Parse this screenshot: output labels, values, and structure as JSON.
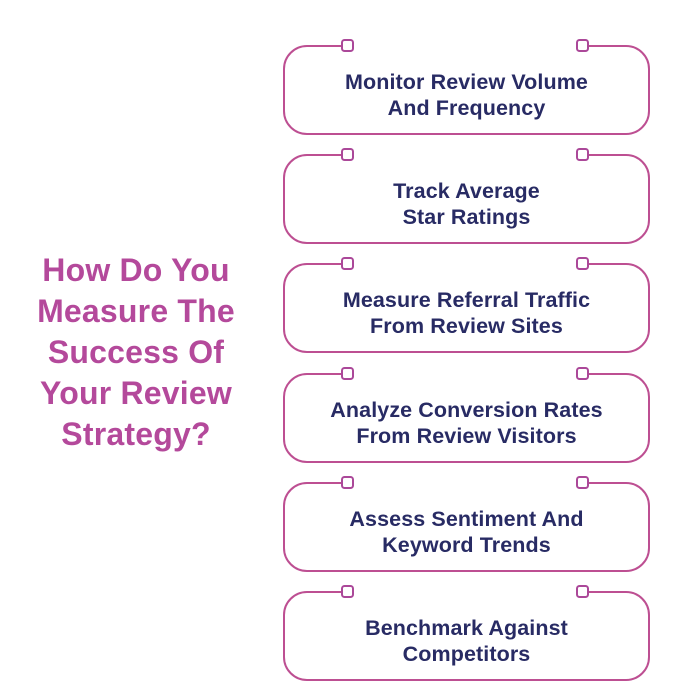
{
  "title": {
    "text": "How Do You Measure The Success Of Your Review Strategy?",
    "lines": [
      "How Do You",
      "Measure The",
      "Success Of",
      "Your Review",
      "Strategy?"
    ]
  },
  "cards": [
    {
      "label": "Monitor Review Volume And Frequency",
      "lines": [
        "Monitor Review Volume",
        "And Frequency"
      ]
    },
    {
      "label": "Track Average Star Ratings",
      "lines": [
        "Track Average",
        "Star Ratings"
      ]
    },
    {
      "label": "Measure Referral Traffic From Review Sites",
      "lines": [
        "Measure Referral Traffic",
        "From Review Sites"
      ]
    },
    {
      "label": "Analyze Conversion Rates From Review Visitors",
      "lines": [
        "Analyze Conversion Rates",
        "From Review Visitors"
      ]
    },
    {
      "label": "Assess Sentiment And Keyword Trends",
      "lines": [
        "Assess Sentiment And",
        "Keyword Trends"
      ]
    },
    {
      "label": "Benchmark Against Competitors",
      "lines": [
        "Benchmark Against",
        "Competitors"
      ]
    }
  ],
  "colors": {
    "background": "#ffffff",
    "title_magenta": "#b4499b",
    "card_border_pink": "#bd4f92",
    "connector_square_pink": "#ab4899",
    "card_text_navy": "#282b64"
  }
}
